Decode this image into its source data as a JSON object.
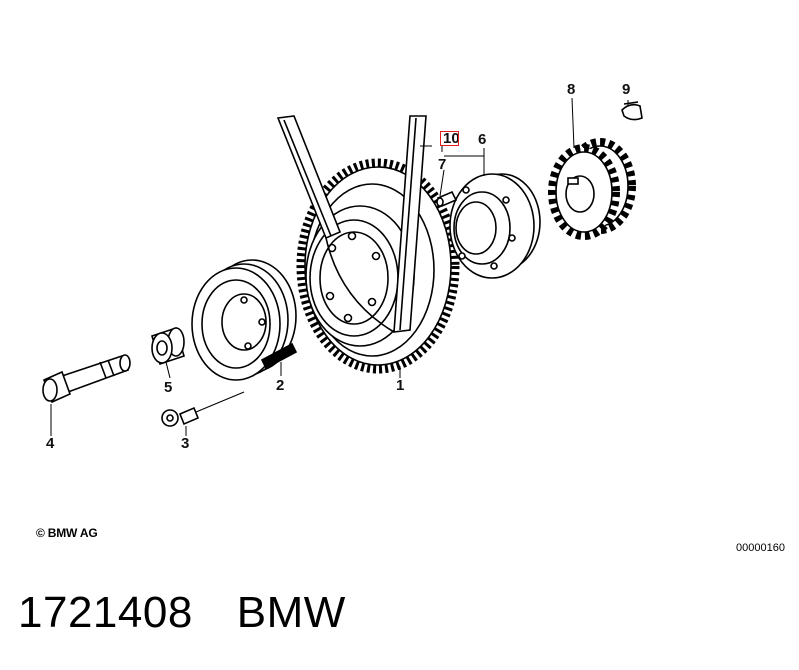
{
  "callouts": {
    "c1": "1",
    "c2": "2",
    "c3": "3",
    "c4": "4",
    "c5": "5",
    "c6": "6",
    "c7": "7",
    "c8": "8",
    "c9": "9",
    "c10": "10"
  },
  "highlight_color": "#e0201c",
  "copyright": "© BMW AG",
  "image_number": "00000160",
  "caption": {
    "part_number": "1721408",
    "brand": "BMW"
  }
}
